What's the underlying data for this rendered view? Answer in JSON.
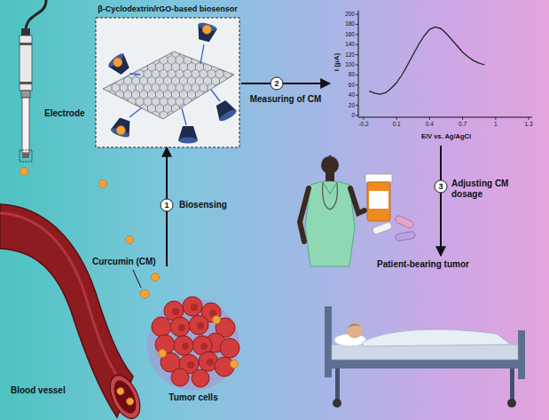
{
  "diagram": {
    "nodes": [
      {
        "text": [
          "β-Cyclodextrin/rGO-based biosensor"
        ]
      },
      {
        "text": [
          "I (μA)",
          "E/V vs. Ag/AgCl"
        ]
      },
      {
        "text": [
          "Tumor cells"
        ]
      },
      {
        "text": [
          "Patient-bearing tumor"
        ]
      }
    ],
    "edges": [
      {
        "from": 2,
        "to": 0,
        "arrow": "to",
        "label": "Biosensing"
      },
      {
        "from": 0,
        "to": 1,
        "arrow": "to",
        "label": "Measuring of CM"
      },
      {
        "from": 1,
        "to": 3,
        "arrow": "to",
        "label": "Adjusting CM dosage"
      }
    ],
    "labels": [
      "Electrode",
      "1",
      "2",
      "3",
      "Curcumin (CM)",
      "Blood vessel",
      "200",
      "180",
      "160",
      "140",
      "120",
      "100",
      "80",
      "60",
      "40",
      "20",
      "0",
      "-0.2",
      "0.1",
      "0.4",
      "0.7",
      "1",
      "1.3"
    ]
  }
}
